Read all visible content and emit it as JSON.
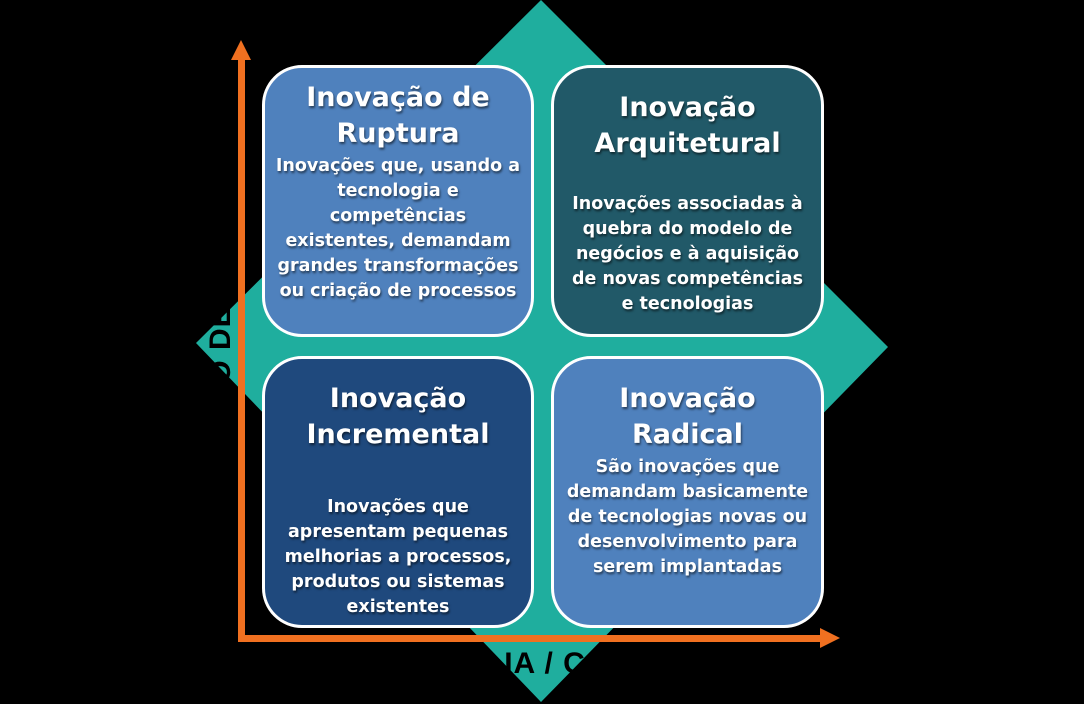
{
  "colors": {
    "background": "#000000",
    "diamond": "#1fae9e",
    "axis": "#f07020",
    "box_light_blue": "#4f81bd",
    "box_dark_teal": "#215968",
    "box_navy": "#1f497d",
    "box_border": "#ffffff"
  },
  "axes": {
    "y_label_partial": "O DE",
    "x_label_partial": "IA / C"
  },
  "quadrants": {
    "top_left": {
      "title": "Inovação de Ruptura",
      "description": "Inovações que, usando a tecnologia e competências existentes, demandam grandes transformações ou criação de processos"
    },
    "top_right": {
      "title": "Inovação Arquitetural",
      "description": "Inovações associadas à quebra do modelo de negócios e à aquisição de novas competências e tecnologias"
    },
    "bottom_left": {
      "title": "Inovação Incremental",
      "description": "Inovações que apresentam pequenas melhorias a processos, produtos ou sistemas existentes"
    },
    "bottom_right": {
      "title": "Inovação Radical",
      "description": "São inovações que demandam basicamente de tecnologias novas ou desenvolvimento para serem implantadas"
    }
  }
}
